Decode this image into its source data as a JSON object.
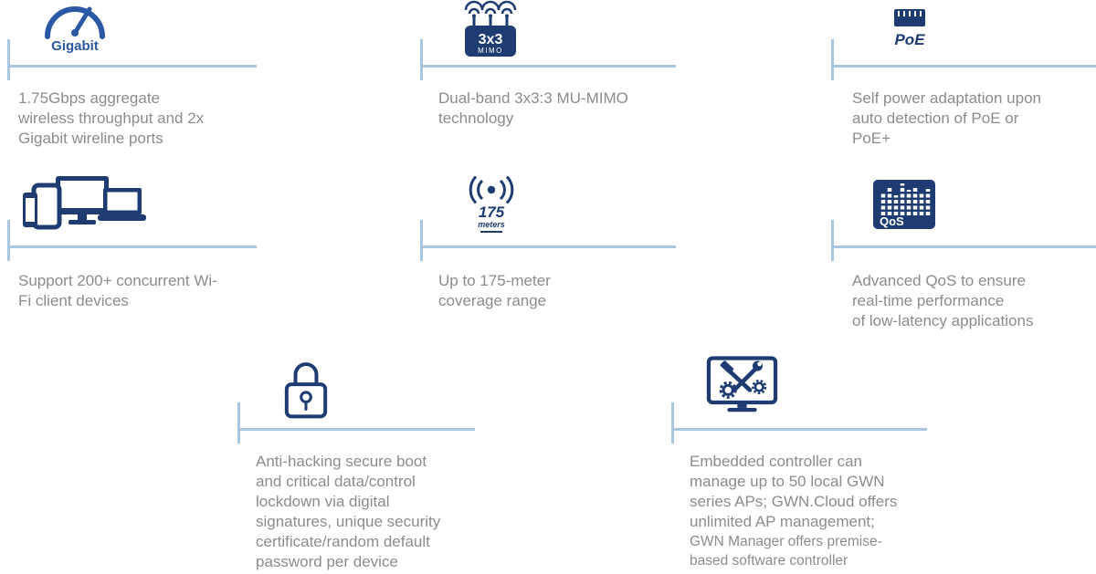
{
  "colors": {
    "icon_navy": "#1e3c72",
    "accent_blue": "#2b58a5",
    "rule_light_blue": "#a9c6e0",
    "body_text_gray": "#8c8c8c"
  },
  "features": [
    {
      "id": "throughput",
      "icon": "gigabit-gauge-icon",
      "icon_label": "Gigabit",
      "lines": [
        "1.75Gbps aggregate",
        "wireless throughput and 2x",
        "Gigabit wireline ports"
      ]
    },
    {
      "id": "mimo",
      "icon": "mimo-3x3-icon",
      "icon_label_top": "3x3",
      "icon_label_bottom": "MIMO",
      "lines": [
        "Dual-band 3x3:3 MU-MIMO",
        "technology"
      ]
    },
    {
      "id": "poe",
      "icon": "poe-port-icon",
      "icon_label": "PoE",
      "lines": [
        "Self power adaptation upon",
        "auto detection of PoE or",
        "PoE+"
      ]
    },
    {
      "id": "clients",
      "icon": "client-devices-icon",
      "lines": [
        "Support 200+ concurrent Wi-",
        "Fi client devices"
      ]
    },
    {
      "id": "coverage",
      "icon": "coverage-175m-icon",
      "icon_value": "175",
      "icon_unit": "meters",
      "lines": [
        "Up to 175-meter",
        "coverage range"
      ]
    },
    {
      "id": "qos",
      "icon": "qos-equalizer-icon",
      "icon_label": "QoS",
      "lines": [
        "Advanced QoS to ensure",
        "real-time performance",
        "of low-latency applications"
      ]
    },
    {
      "id": "security",
      "icon": "security-lock-icon",
      "lines": [
        "Anti-hacking secure boot",
        "and critical data/control",
        "lockdown via digital",
        "signatures, unique security",
        "certificate/random default",
        "password per device"
      ]
    },
    {
      "id": "controller",
      "icon": "controller-tools-icon",
      "lines": [
        "Embedded controller can",
        "manage up to 50 local GWN",
        "series APs; GWN.Cloud offers",
        "unlimited AP management;"
      ],
      "sub_lines": [
        "GWN Manager offers premise-",
        "based software controller"
      ]
    }
  ]
}
